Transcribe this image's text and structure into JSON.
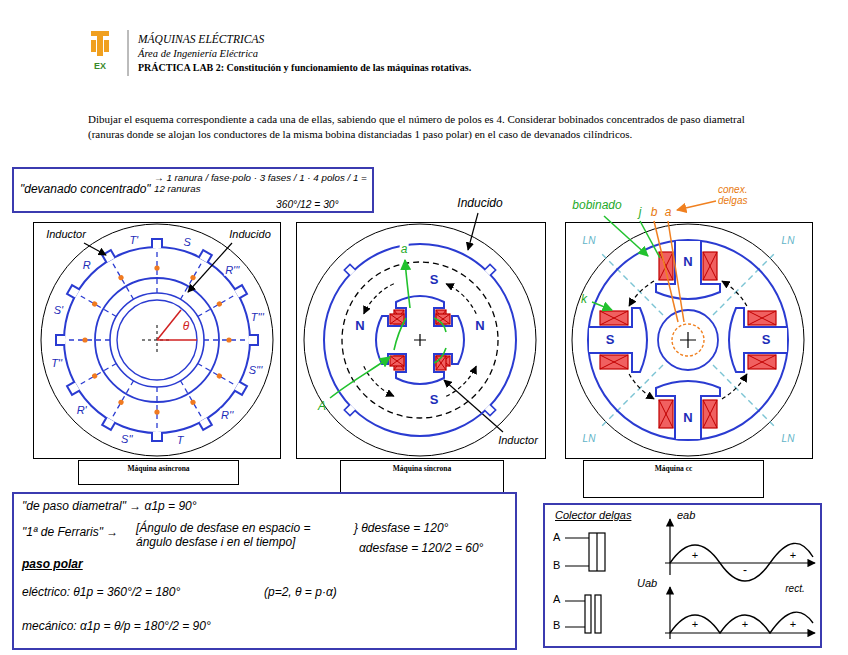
{
  "diagram": {
    "nodes": [
      {
        "text": [
          "\"devanado concentrado\"",
          "→ 1 ranura / fase·polo · 3 fases / 1 · 4 polos / 1 = 12 ranuras",
          "360°/12 = 30°"
        ]
      },
      {
        "text": [
          "Máquina asíncrona"
        ]
      },
      {
        "text": [
          "Máquina síncrona"
        ]
      },
      {
        "text": [
          "Máquina cc"
        ]
      },
      {
        "text": [
          "\"de paso diametral\" → α1p = 90°",
          "\"1ª de Ferraris\" →",
          "[Ángulo de desfase en espacio = ángulo desfase i en el tiempo]",
          "} θdesfase = 120°",
          "αdesfase = 120/2 = 60°",
          "paso polar",
          "eléctrico: θ1p = 360°/2 = 180°",
          "(p=2, θ = p·α)",
          "mecánico: α1p = θ/p = 180°/2 = 90°"
        ]
      },
      {
        "text": [
          "Colector delgas",
          "A",
          "B",
          "A",
          "B",
          "eab",
          "Uab",
          "rect.",
          "+",
          "-",
          "+",
          "+",
          "+",
          "+"
        ]
      }
    ],
    "labels": [
      "MÁQUINAS ELÉCTRICAS",
      "Área de Ingeniería Eléctrica",
      "PRÁCTICA LAB 2: Constitución y funcionamiento de las máquinas rotativas.",
      "EX",
      "Dibujar el esquema correspondiente a cada una de ellas, sabiendo que el número de polos es 4. Considerar bobinados concentrados de paso diametral (ranuras donde se alojan los conductores de la misma bobina distanciadas 1 paso polar) en el caso de devanados cilíndricos.",
      "Inductor",
      "Inducido",
      "T'''",
      "R'''",
      "S",
      "T'",
      "R",
      "S'",
      "T''",
      "R'",
      "S''",
      "T",
      "R''",
      "S'''",
      "θ",
      "Inducido",
      "Inductor",
      "S",
      "N",
      "N",
      "S",
      "a",
      "A",
      "bobinado",
      "conex. delgas",
      "j",
      "b",
      "a",
      "k",
      "N",
      "S",
      "S",
      "N",
      "LN",
      "LN",
      "LN",
      "LN"
    ]
  }
}
